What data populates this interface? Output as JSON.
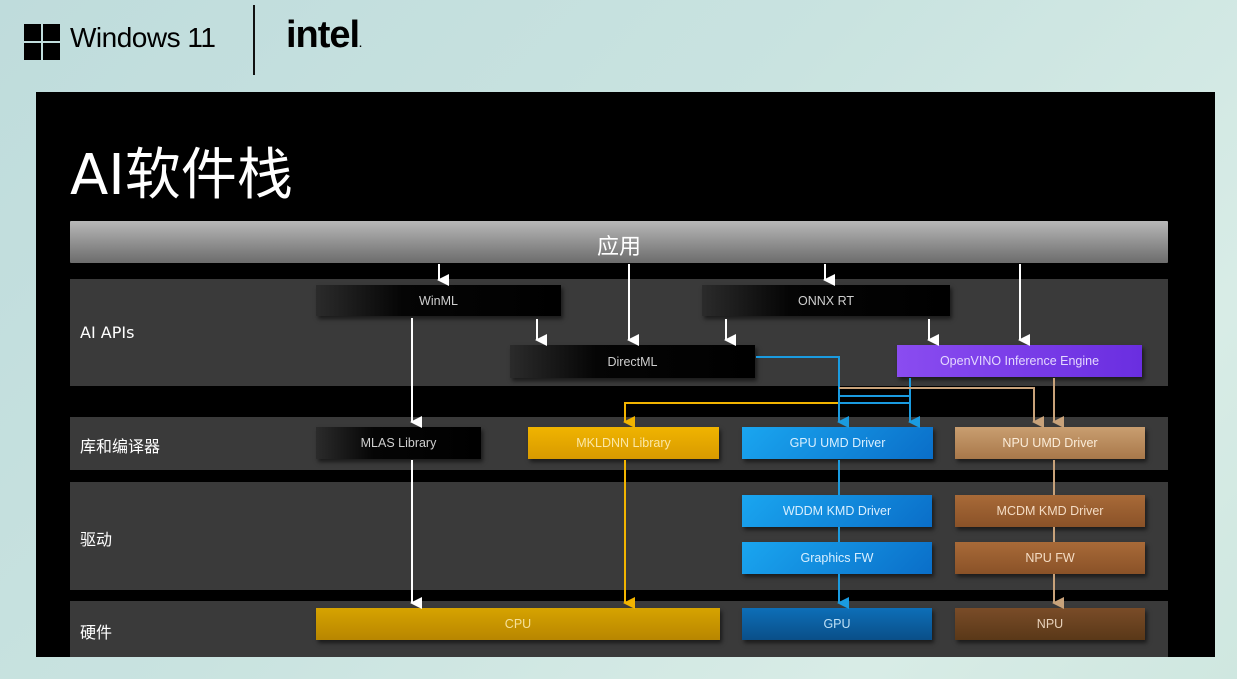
{
  "brand": {
    "windows_label": "Windows 11",
    "intel_label": "intel",
    "intel_dot": "."
  },
  "slide": {
    "title": "AI软件栈",
    "app_layer": "应用",
    "layers": [
      {
        "id": "ai-apis",
        "label": "AI APIs"
      },
      {
        "id": "libraries",
        "label": "库和编译器"
      },
      {
        "id": "drivers",
        "label": "驱动"
      },
      {
        "id": "hardware",
        "label": "硬件"
      }
    ],
    "boxes": {
      "winml": "WinML",
      "onnx_rt": "ONNX RT",
      "directml": "DirectML",
      "openvino": "OpenVINO Inference Engine",
      "mlas": "MLAS Library",
      "mkldnn": "MKLDNN Library",
      "gpu_umd": "GPU UMD Driver",
      "npu_umd": "NPU UMD Driver",
      "wddm_kmd": "WDDM KMD Driver",
      "graphics_fw": "Graphics FW",
      "mcdm_kmd": "MCDM KMD Driver",
      "npu_fw": "NPU FW",
      "cpu": "CPU",
      "gpu": "GPU",
      "npu": "NPU"
    },
    "colors": {
      "white_arrow": "#ffffff",
      "yellow_arrow": "#f2b400",
      "blue_arrow": "#1a9be0",
      "tan_arrow": "#c8a27a"
    }
  }
}
